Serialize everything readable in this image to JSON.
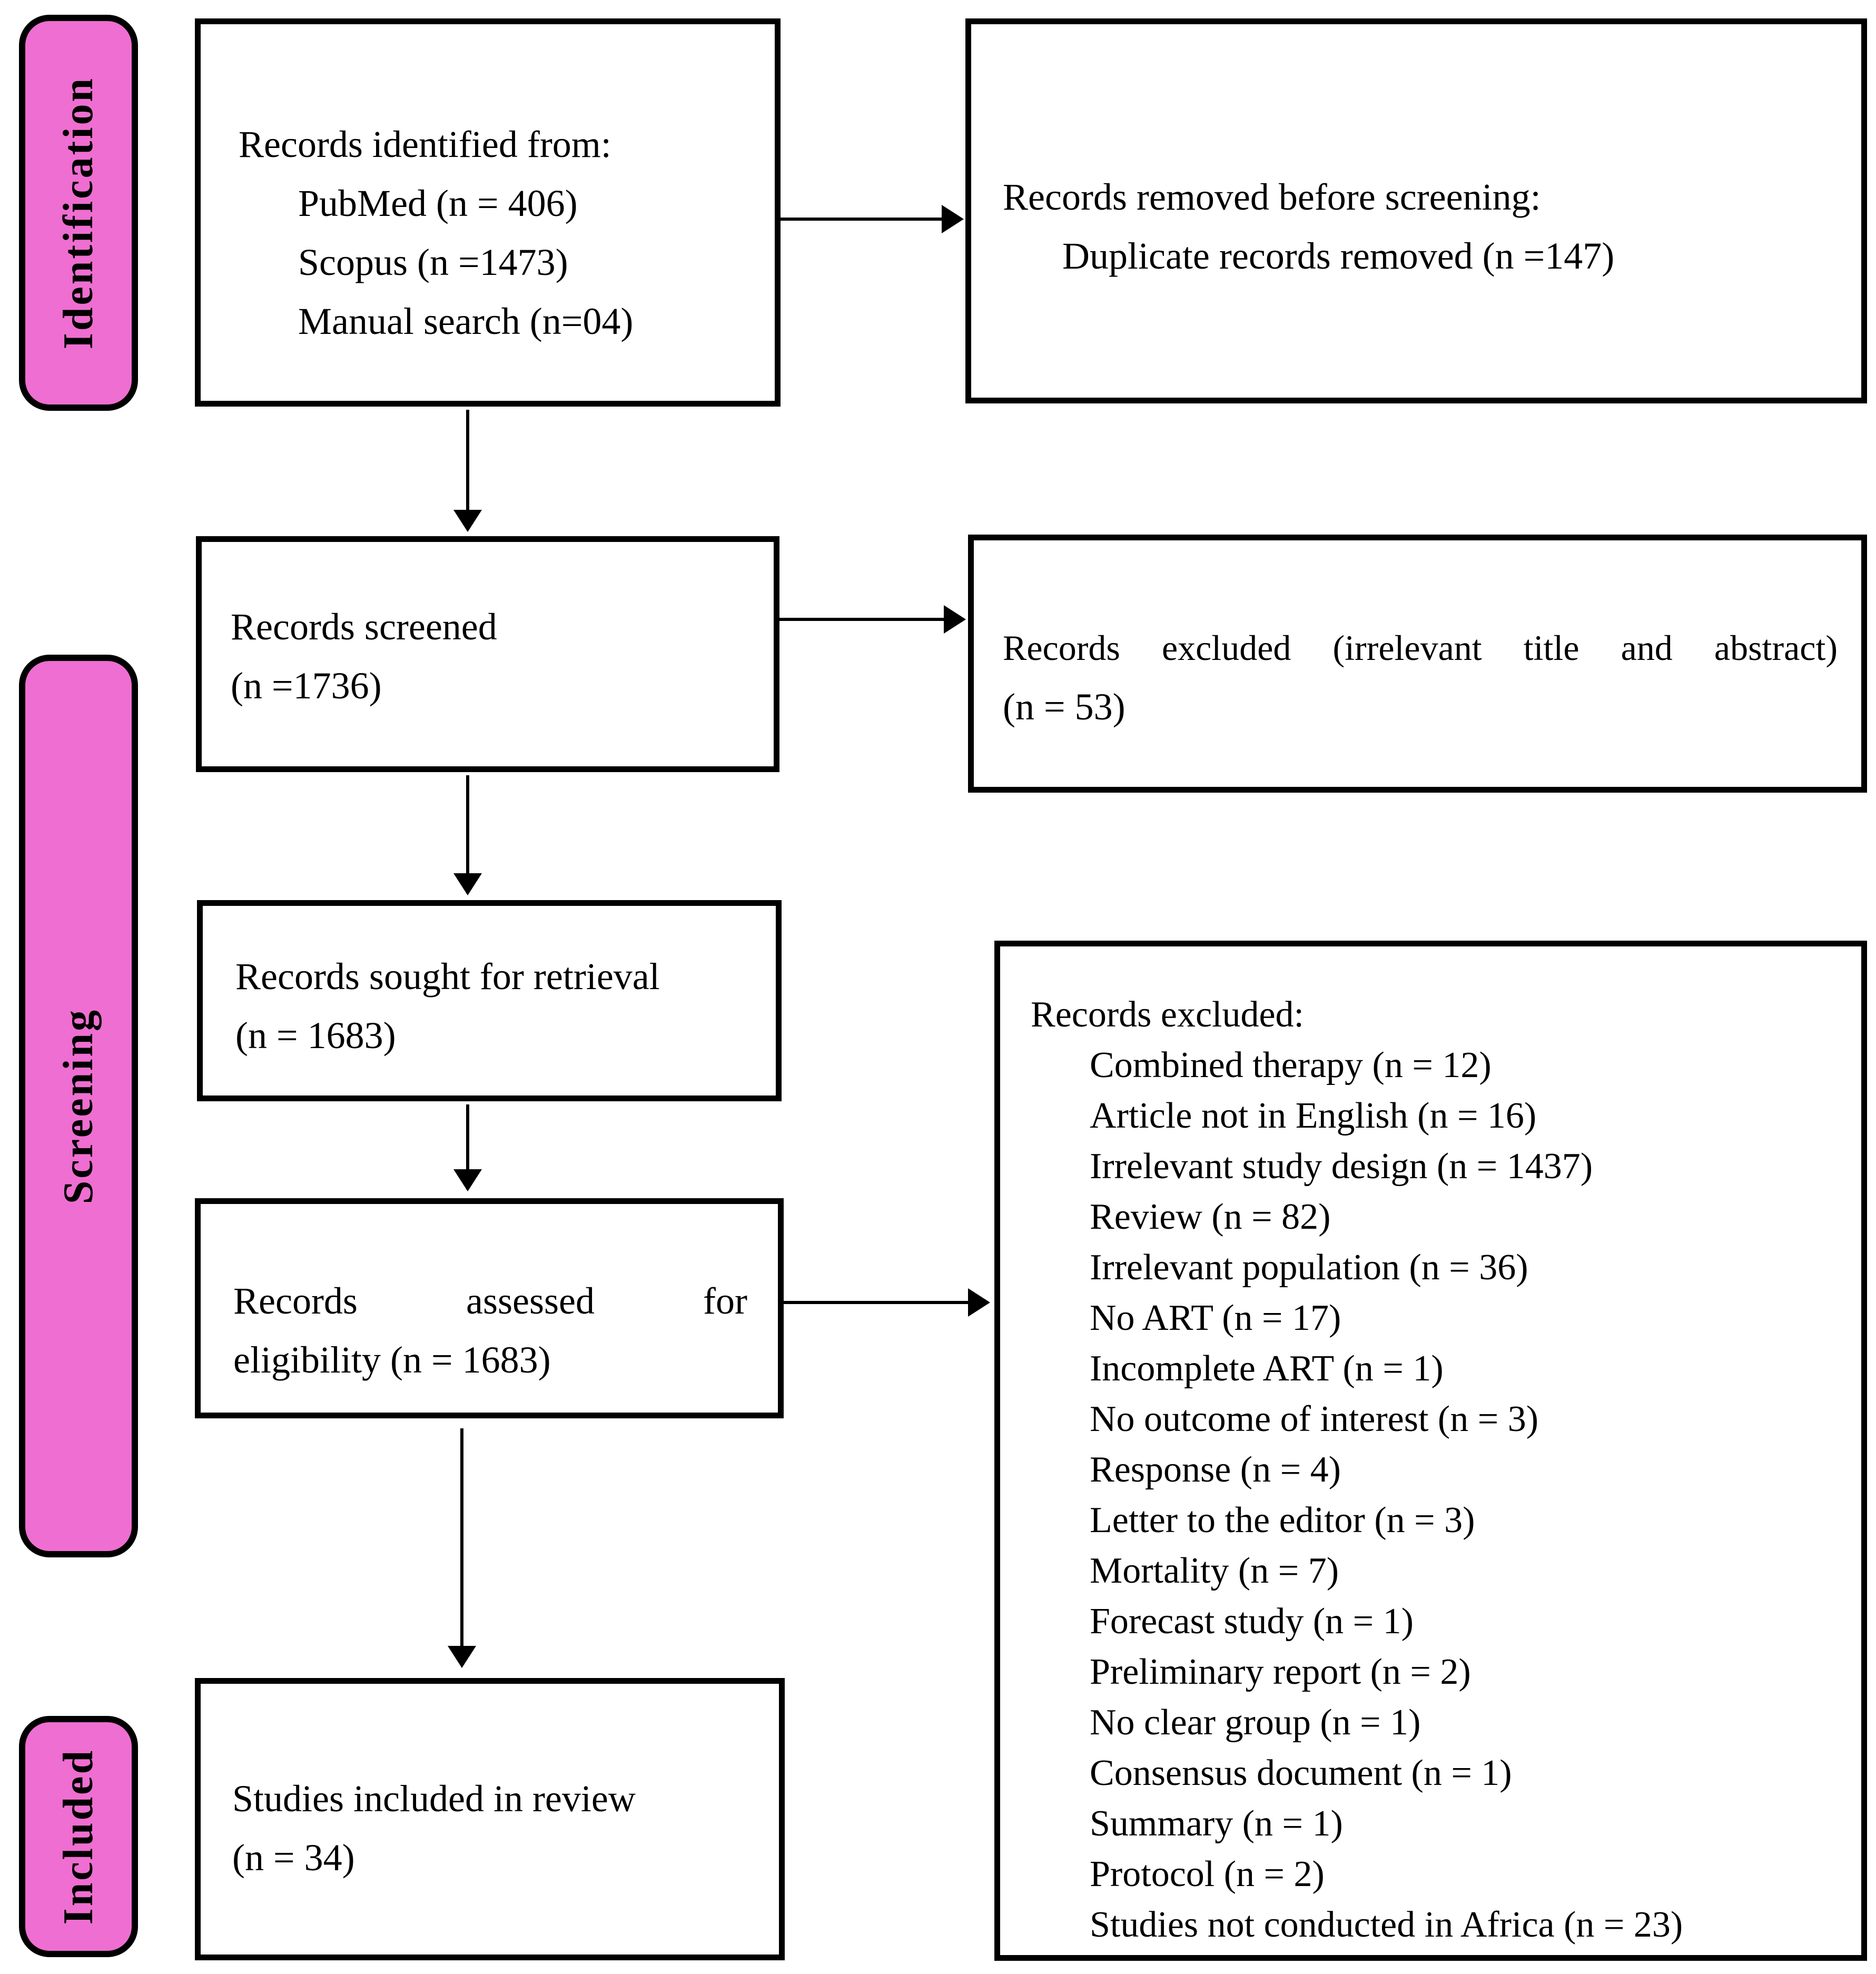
{
  "colors": {
    "stage_fill": "#EF6ED1",
    "outline": "#000000",
    "background": "#FFFFFF",
    "text": "#000000"
  },
  "stages": [
    {
      "label": "Identification"
    },
    {
      "label": "Screening"
    },
    {
      "label": "Included"
    }
  ],
  "boxes": {
    "identified": {
      "title": "Records identified from:",
      "items": [
        "PubMed (n = 406)",
        "Scopus (n =1473)",
        "Manual search (n=04)"
      ]
    },
    "removed": {
      "title": "Records removed before screening:",
      "items": [
        "Duplicate records removed (n =147)"
      ]
    },
    "screened": {
      "line1": "Records screened",
      "line2": "(n =1736)"
    },
    "excluded_screening": {
      "line1": "Records excluded (irrelevant title and abstract)",
      "line2": "(n = 53)"
    },
    "sought": {
      "line1": "Records sought for retrieval",
      "line2": "(n = 1683)"
    },
    "assessed": {
      "line1": "Records assessed for",
      "line2": "eligibility (n = 1683)"
    },
    "excluded_eligibility": {
      "title": "Records excluded:",
      "items": [
        "Combined therapy (n = 12)",
        "Article not in English (n = 16)",
        "Irrelevant study design (n = 1437)",
        "Review (n = 82)",
        "Irrelevant population (n = 36)",
        "No ART (n = 17)",
        "Incomplete ART (n = 1)",
        "No outcome of interest (n = 3)",
        "Response (n = 4)",
        "Letter to the editor (n = 3)",
        "Mortality (n = 7)",
        "Forecast study (n = 1)",
        "Preliminary report (n = 2)",
        "No clear group (n = 1)",
        "Consensus document (n = 1)",
        "Summary (n = 1)",
        "Protocol (n = 2)",
        "Studies not conducted in Africa (n = 23)"
      ]
    },
    "included": {
      "line1": "Studies included in review",
      "line2": "(n = 34)"
    }
  }
}
